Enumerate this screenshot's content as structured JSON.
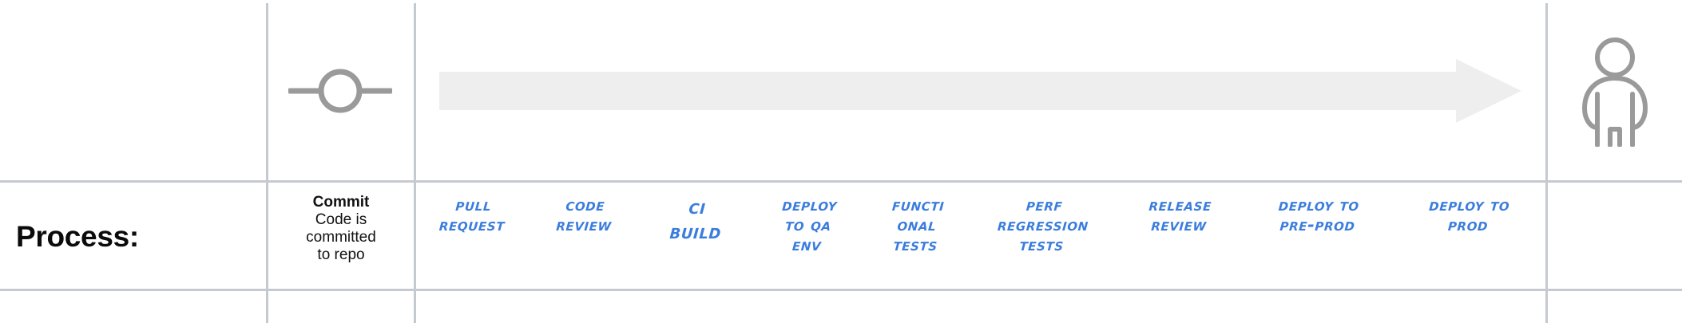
{
  "diagram": {
    "title_label": "Process:",
    "colors": {
      "marker_blue": "#3b7ddd",
      "icon_gray": "#999999",
      "arrow_gray": "#eeeeee",
      "grid_gray": "#c5c9d0",
      "text_black": "#111111"
    },
    "icons": {
      "commit": "git-commit-icon",
      "actor": "person-icon",
      "flow": "right-arrow-icon"
    },
    "commit_cell": {
      "title": "Commit",
      "line1": "Code is",
      "line2": "committed",
      "line3": "to repo"
    },
    "stages": [
      {
        "id": "pull-request",
        "lines": [
          "Pull",
          "request"
        ],
        "emphasis": false,
        "width": 120
      },
      {
        "id": "code-review",
        "lines": [
          "Code",
          "review"
        ],
        "emphasis": false,
        "width": 118
      },
      {
        "id": "ci-build",
        "lines": [
          "CI",
          "build"
        ],
        "emphasis": true,
        "width": 120
      },
      {
        "id": "deploy-to-qa-env",
        "lines": [
          "Deploy",
          "to QA",
          "env"
        ],
        "emphasis": false,
        "width": 118
      },
      {
        "id": "functional-tests",
        "lines": [
          "Functi",
          "onal",
          "tests"
        ],
        "emphasis": false,
        "width": 112
      },
      {
        "id": "perf-regression-tests",
        "lines": [
          "Perf",
          "regression",
          "tests"
        ],
        "emphasis": false,
        "width": 160
      },
      {
        "id": "release-review",
        "lines": [
          "Release",
          "review"
        ],
        "emphasis": false,
        "width": 140
      },
      {
        "id": "deploy-to-pre-prod",
        "lines": [
          "Deploy to",
          "pre-prod"
        ],
        "emphasis": false,
        "width": 165
      },
      {
        "id": "deploy-to-prod",
        "lines": [
          "Deploy to",
          "prod"
        ],
        "emphasis": false,
        "width": 170
      }
    ]
  }
}
